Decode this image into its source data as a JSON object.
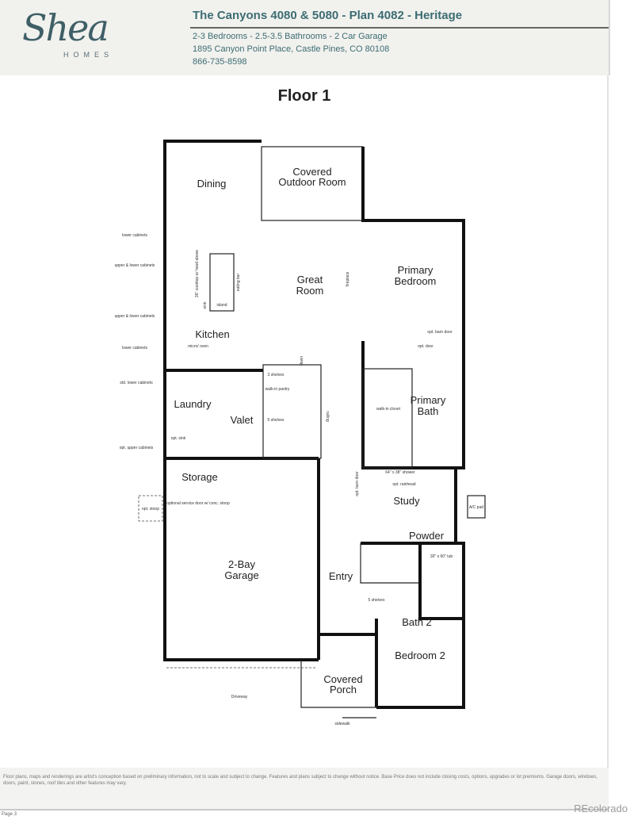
{
  "header": {
    "logo_text": "Shea",
    "logo_subtext": "HOMES",
    "title": "The Canyons 4080 & 5080 - Plan 4082 - Heritage",
    "specs": "2-3 Bedrooms - 2.5-3.5 Bathrooms - 2 Car Garage",
    "address": "1895 Canyon Point Place, Castle Pines, CO 80108",
    "phone": "866-735-8598",
    "brand_color": "#3d6d72"
  },
  "floor_title": "Floor 1",
  "rooms": {
    "dining": "Dining",
    "covered_outdoor_1": "Covered",
    "covered_outdoor_2": "Outdoor Room",
    "great_room_1": "Great",
    "great_room_2": "Room",
    "primary_bedroom_1": "Primary",
    "primary_bedroom_2": "Bedroom",
    "kitchen": "Kitchen",
    "laundry": "Laundry",
    "valet": "Valet",
    "primary_bath_1": "Primary",
    "primary_bath_2": "Bath",
    "storage": "Storage",
    "study": "Study",
    "garage_1": "2-Bay",
    "garage_2": "Garage",
    "powder": "Powder",
    "entry": "Entry",
    "bath2": "Bath 2",
    "bedroom2": "Bedroom 2",
    "porch_1": "Covered",
    "porch_2": "Porch"
  },
  "notes": {
    "lower_cabinets": "lower cabinets",
    "upper_lower_cabinets": "upper & lower cabinets",
    "cooktop": "36\" cooktop w/ hood above",
    "sink": "sink",
    "island": "island",
    "eating_bar": "eating bar",
    "micro_oven": "micro/ oven",
    "std_lower_cabinets": "std. lower cabinets",
    "opt_sink": "opt. sink",
    "opt_upper_cabinets": "opt. upper cabinets",
    "walk_in_pantry": "walk-in pantry",
    "three_shelves": "3 shelves",
    "five_shelves": "5 shelves",
    "down": "down",
    "railing": "railing",
    "service_door": "optional service door w/ conc. stoop",
    "opt_stoop": "opt. stoop",
    "fireplace": "fireplace",
    "opt_barn_door": "opt. barn door",
    "opt_door": "opt. door",
    "walk_in_closet": "walk-in closet",
    "shower": "64\" x 38\" shower",
    "opt_rainhead": "opt. rainhead",
    "ac_pad": "A/C pad",
    "tub": "30\" x 60\" tub",
    "driveway": "Driveway",
    "sidewalk": "sidewalk"
  },
  "footer": {
    "disclaimer": "Floor plans, maps and renderings are artist's conception based on preliminary information, not to scale and subject to change. Features and plans subject to change without notice. Base Price does not include closing costs, options, upgrades or lot premiums. Garage doors, windows, doors, paint, stones, roof tiles and other features may vary.",
    "page": "Page 3",
    "watermark": "REcolorado"
  }
}
